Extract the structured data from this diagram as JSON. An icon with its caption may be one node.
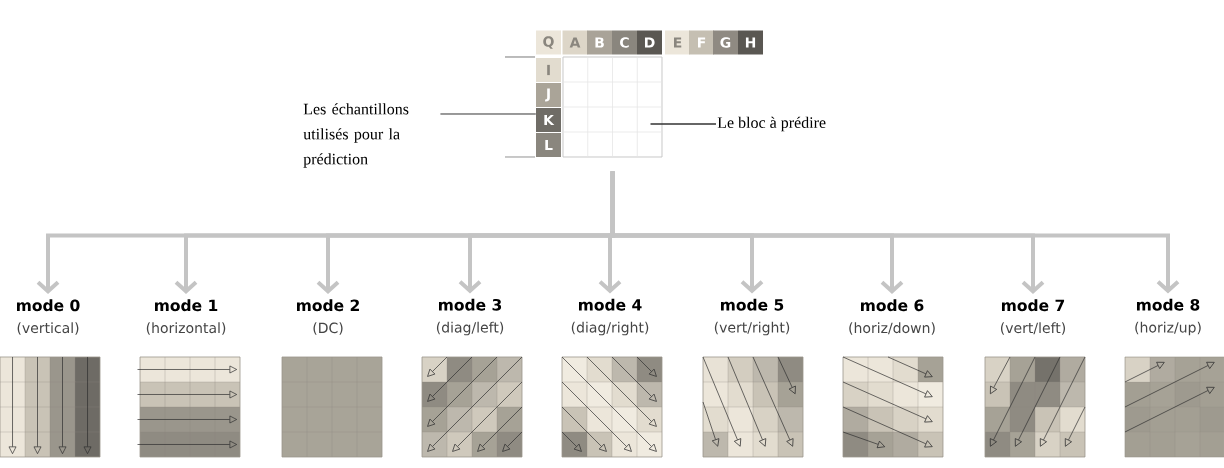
{
  "diagram": {
    "nodes": [
      {
        "text": [
          "Q"
        ]
      },
      {
        "text": [
          "A"
        ]
      },
      {
        "text": [
          "B"
        ]
      },
      {
        "text": [
          "C"
        ]
      },
      {
        "text": [
          "D"
        ]
      },
      {
        "text": [
          "E"
        ]
      },
      {
        "text": [
          "F"
        ]
      },
      {
        "text": [
          "G"
        ]
      },
      {
        "text": [
          "H"
        ]
      },
      {
        "text": [
          "I"
        ]
      },
      {
        "text": [
          "J"
        ]
      },
      {
        "text": [
          "K"
        ]
      },
      {
        "text": [
          "L"
        ]
      },
      {
        "text": [],
        "shape": "box"
      },
      {
        "text": [
          "Les échantillons utilisés pour la prédiction"
        ]
      },
      {
        "text": [
          "Le bloc à prédire"
        ]
      },
      {
        "text": [
          "mode 0",
          "(vertical)"
        ]
      },
      {
        "text": [
          "mode 1",
          "(horizontal)"
        ]
      },
      {
        "text": [
          "mode 2",
          "(DC)"
        ]
      },
      {
        "text": [
          "mode 3",
          "(diag/left)"
        ]
      },
      {
        "text": [
          "mode 4",
          "(diag/right)"
        ]
      },
      {
        "text": [
          "mode 5",
          "(vert/right)"
        ]
      },
      {
        "text": [
          "mode 6",
          "(horiz/down)"
        ]
      },
      {
        "text": [
          "mode 7",
          "(vert/left)"
        ]
      },
      {
        "text": [
          "mode 8",
          "(horiz/up)"
        ]
      }
    ],
    "edges": [
      {
        "from": 14,
        "to": 11,
        "arrow": "none",
        "color": "#333333"
      },
      {
        "from": 15,
        "to": 13,
        "arrow": "none",
        "color": "#333333"
      },
      {
        "from": 13,
        "to": 16,
        "arrow": "to"
      },
      {
        "from": 13,
        "to": 17,
        "arrow": "to"
      },
      {
        "from": 13,
        "to": 18,
        "arrow": "to"
      },
      {
        "from": 13,
        "to": 19,
        "arrow": "to"
      },
      {
        "from": 13,
        "to": 20,
        "arrow": "to"
      },
      {
        "from": 13,
        "to": 21,
        "arrow": "to"
      },
      {
        "from": 13,
        "to": 22,
        "arrow": "to"
      },
      {
        "from": 13,
        "to": 23,
        "arrow": "to"
      },
      {
        "from": 13,
        "to": 24,
        "arrow": "to"
      }
    ]
  }
}
